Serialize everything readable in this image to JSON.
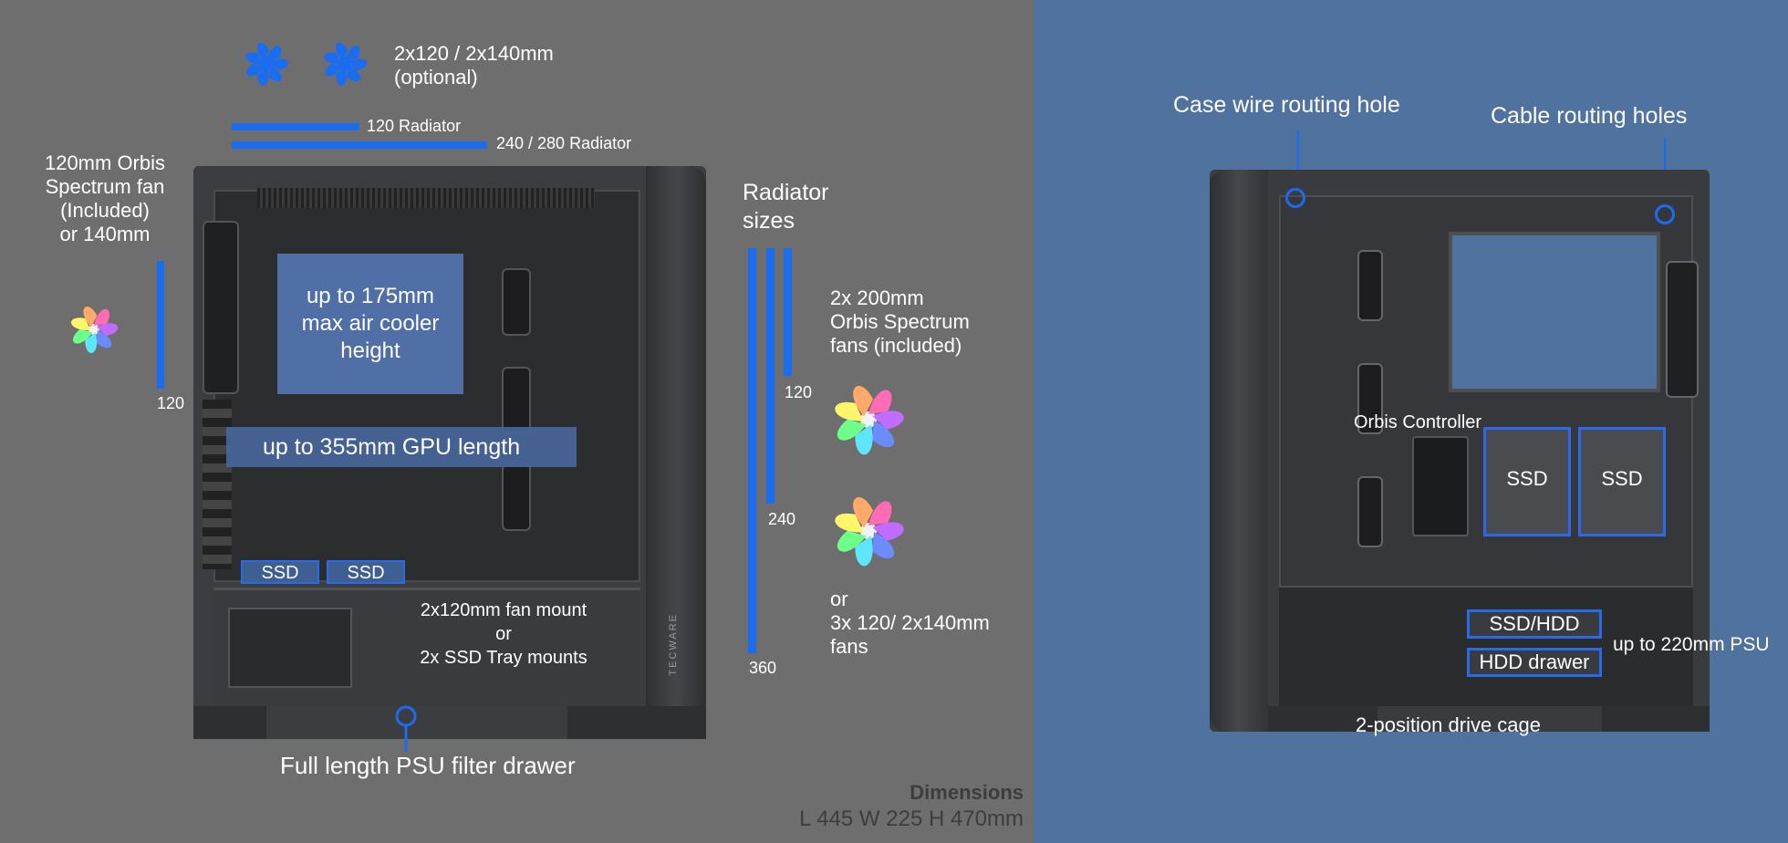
{
  "colors": {
    "left_bg": "#6e6e6e",
    "right_bg": "#50729f",
    "accent_blue": "#1a6cf0",
    "case_dark": "#3a3b3d"
  },
  "left": {
    "top_fans_label": [
      "2x120 / 2x140mm",
      "(optional)"
    ],
    "radiator_120_label": "120 Radiator",
    "radiator_240_label": "240 / 280 Radiator",
    "rear_fan_label": [
      "120mm Orbis",
      "Spectrum fan",
      "(Included)",
      "or 140mm"
    ],
    "rear_scale_label": "120",
    "cooler_label": [
      "up to 175mm",
      "max air cooler",
      "height"
    ],
    "gpu_label": "up to 355mm GPU length",
    "ssd_1": "SSD",
    "ssd_2": "SSD",
    "psu_shroud_label": [
      "2x120mm fan mount",
      "or",
      "2x SSD Tray mounts"
    ],
    "psu_filter_label": "Full length PSU filter drawer",
    "radiator_sizes_title": [
      "Radiator",
      "sizes"
    ],
    "radiator_scale": [
      "120",
      "240",
      "360"
    ],
    "front_fans_label": [
      "2x 200mm",
      "Orbis Spectrum",
      "fans (included)"
    ],
    "front_fans_alt": [
      "or",
      "3x 120/ 2x140mm",
      "fans"
    ],
    "dimensions_title": "Dimensions",
    "dimensions_value": "L 445 W 225 H 470mm",
    "brand_text": "TECWARE"
  },
  "right": {
    "case_wire_label": "Case wire routing hole",
    "cable_holes_label": "Cable routing holes",
    "controller_label": "Orbis Controller",
    "ssd_1": "SSD",
    "ssd_2": "SSD",
    "ssd_hdd": "SSD/HDD",
    "hdd_drawer": "HDD drawer",
    "psu_label": "up to 220mm PSU",
    "drive_cage_label": "2-position drive cage"
  }
}
